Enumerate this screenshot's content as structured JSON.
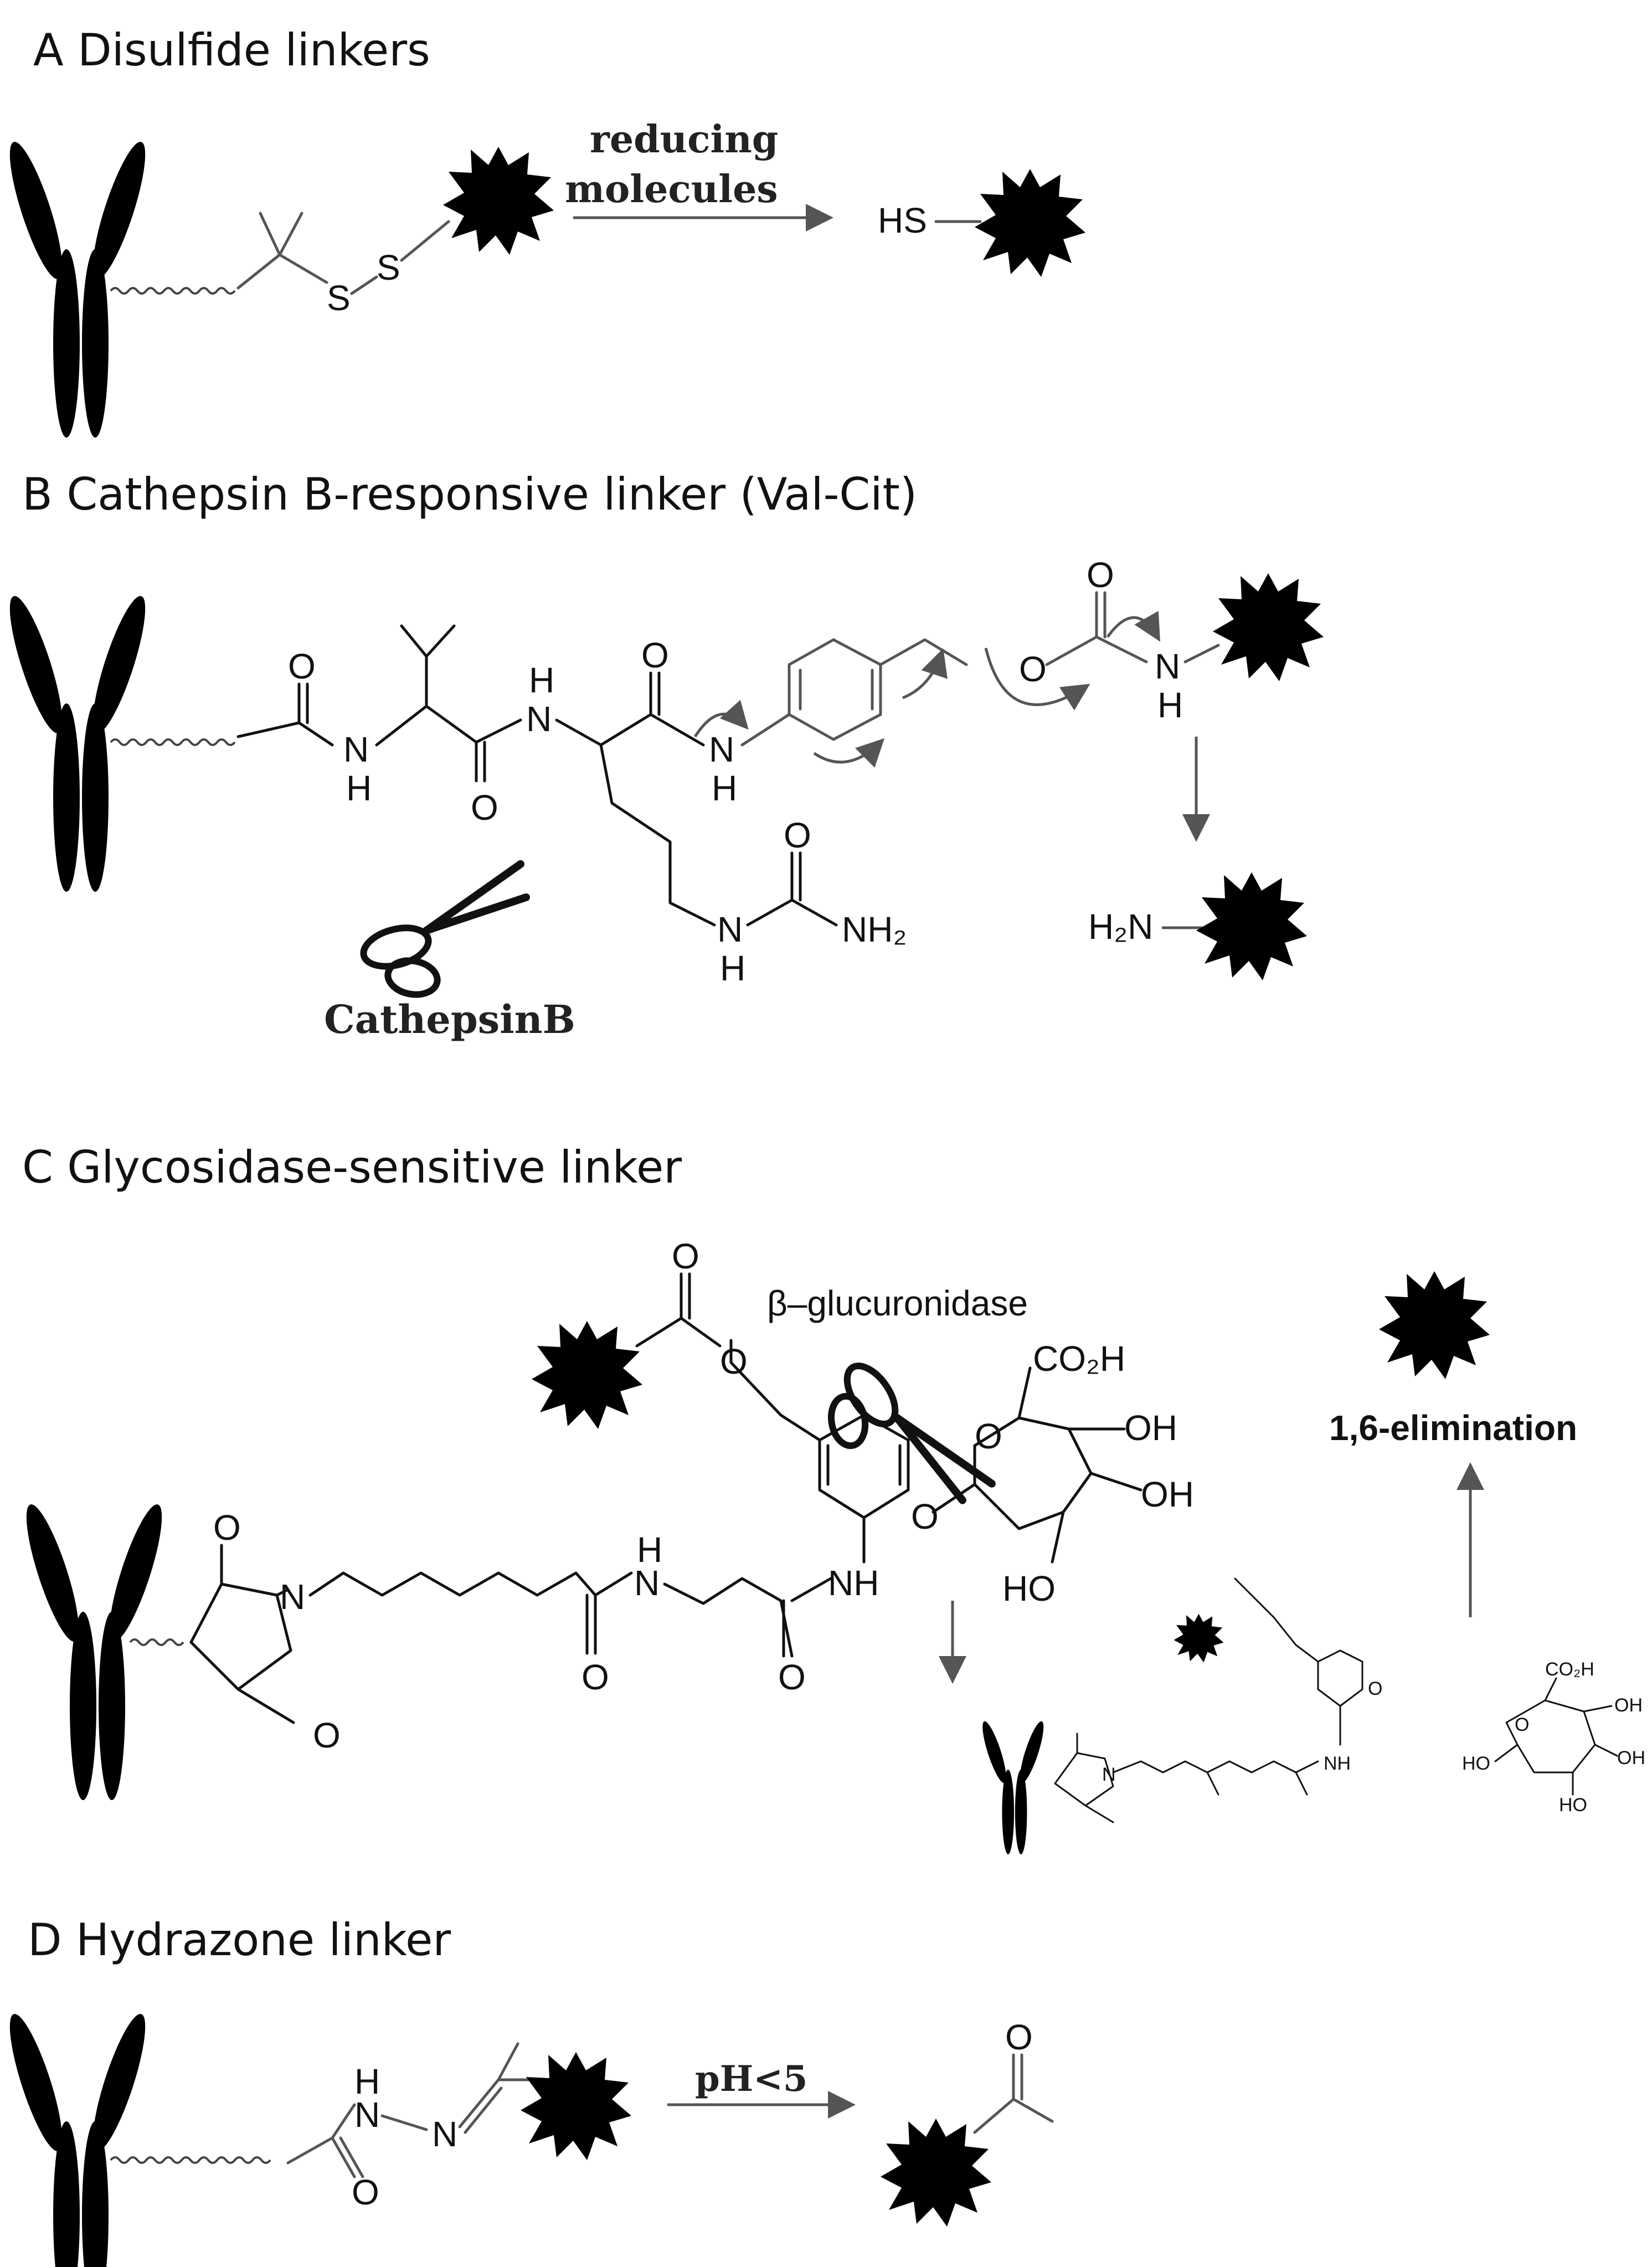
{
  "sections": {
    "a": {
      "title": "A Disulfide linkers",
      "arrow_label_1": "reducing",
      "arrow_label_2": "molecules",
      "product_label": "HS",
      "s1": "S",
      "s2": "S"
    },
    "b": {
      "title": "B Cathepsin B-responsive linker (Val-Cit)",
      "enzyme_label": "CathepsinB",
      "product_label": "H₂N",
      "nh2": "NH₂",
      "o": "O",
      "n": "N",
      "h": "H"
    },
    "c": {
      "title": "C Glycosidase-sensitive linker",
      "enzyme_label": "β–glucuronidase",
      "elimination_label": "1,6-elimination",
      "co2h": "CO₂H",
      "oh": "OH",
      "ho": "HO",
      "nh": "NH",
      "n": "N",
      "h": "H",
      "o": "O"
    },
    "d": {
      "title": "D Hydrazone linker",
      "arrow_label": "pH<5",
      "n": "N",
      "h": "H",
      "o": "O"
    }
  },
  "colors": {
    "ink": "#111111",
    "arrow": "#555555",
    "background": "#ffffff"
  },
  "icons": [
    "antibody-icon",
    "drug-payload-icon",
    "scissors-icon"
  ]
}
